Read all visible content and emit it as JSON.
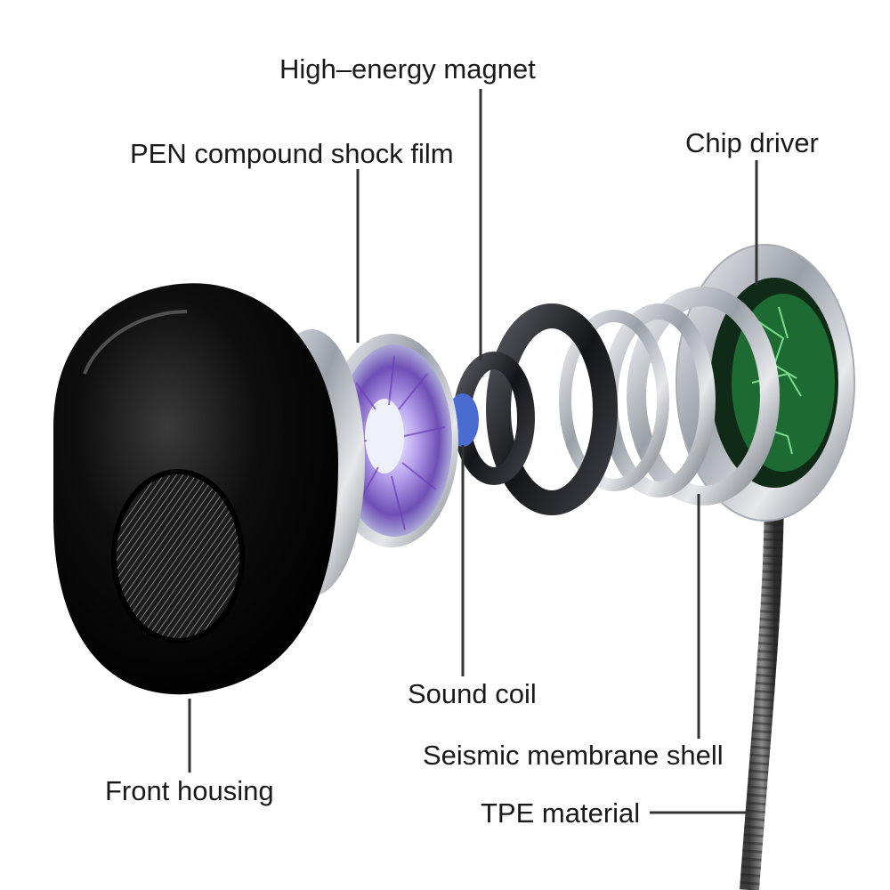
{
  "labels": {
    "high_energy_magnet": "High–energy magnet",
    "pen_film": "PEN compound shock film",
    "chip_driver": "Chip driver",
    "sound_coil": "Sound coil",
    "seismic_shell": "Seismic membrane shell",
    "front_housing": "Front housing",
    "tpe_material": "TPE material"
  },
  "colors": {
    "housing": "#0b0b0b",
    "chrome": "#c9ccd1",
    "ring_dark": "#1e1f22",
    "film_purple": "#8a62c8",
    "pcb_green": "#1d6b33",
    "leader_line": "#333333"
  }
}
